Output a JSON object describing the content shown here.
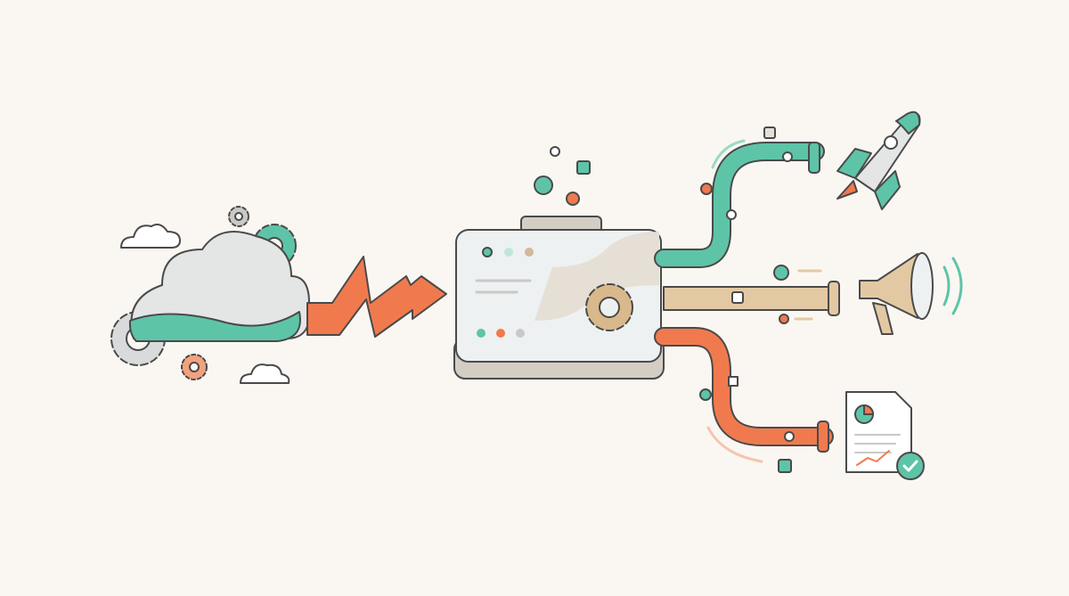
{
  "illustration": {
    "elements": [
      "cloud-icon",
      "gear-icon",
      "lightning-arrow-icon",
      "server-machine-icon",
      "pipe-teal",
      "pipe-tan",
      "pipe-orange",
      "rocket-icon",
      "megaphone-icon",
      "report-document-icon",
      "check-circle-icon"
    ]
  },
  "colors": {
    "background": "#faf7f2",
    "teal": "#5ec4a8",
    "orange": "#f07a4e",
    "tan": "#e3c9a3",
    "gray": "#c9c9c7",
    "outline": "#4a4a4a"
  }
}
